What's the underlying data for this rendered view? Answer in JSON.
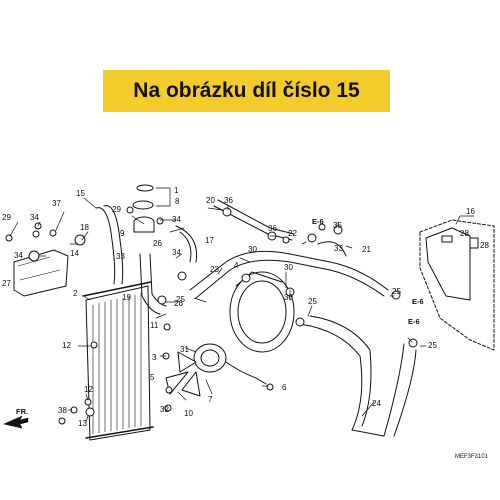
{
  "banner": {
    "text": "Na obrázku díl číslo 15",
    "background": "#f3cb2b"
  },
  "diagram": {
    "code": "MEF3F3101",
    "direction_label": "FR.",
    "references": [
      "E-6",
      "E-6",
      "E-6"
    ],
    "part_numbers": [
      "1",
      "2",
      "3",
      "4",
      "5",
      "6",
      "7",
      "8",
      "9",
      "10",
      "11",
      "12",
      "13",
      "14",
      "15",
      "16",
      "17",
      "18",
      "19",
      "20",
      "21",
      "22",
      "23",
      "24",
      "25",
      "26",
      "27",
      "28",
      "29",
      "30",
      "31",
      "32",
      "33",
      "34",
      "35",
      "36",
      "37",
      "38"
    ]
  },
  "colors": {
    "line": "#111111",
    "fill": "#ffffff",
    "banner": "#f3cb2b"
  }
}
